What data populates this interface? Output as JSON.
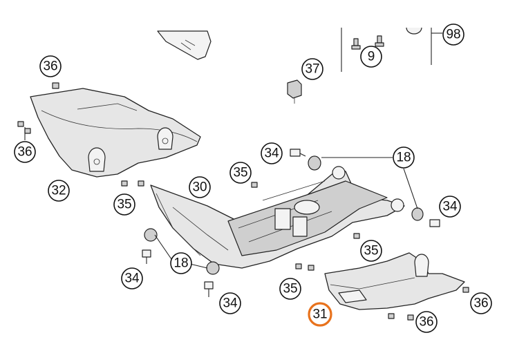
{
  "callouts": [
    {
      "id": "c36a",
      "label": "36"
    },
    {
      "id": "c37",
      "label": "37"
    },
    {
      "id": "c9",
      "label": "9"
    },
    {
      "id": "c98",
      "label": "98"
    },
    {
      "id": "c36b",
      "label": "36"
    },
    {
      "id": "c32",
      "label": "32"
    },
    {
      "id": "c34a",
      "label": "34"
    },
    {
      "id": "c18a",
      "label": "18"
    },
    {
      "id": "c35a",
      "label": "35"
    },
    {
      "id": "c30",
      "label": "30"
    },
    {
      "id": "c35b",
      "label": "35"
    },
    {
      "id": "c34b",
      "label": "34"
    },
    {
      "id": "c18b",
      "label": "18"
    },
    {
      "id": "c34c",
      "label": "34"
    },
    {
      "id": "c35c",
      "label": "35"
    },
    {
      "id": "c35d",
      "label": "35"
    },
    {
      "id": "c34d",
      "label": "34"
    },
    {
      "id": "c31",
      "label": "31"
    },
    {
      "id": "c36c",
      "label": "36"
    },
    {
      "id": "c36d",
      "label": "36"
    }
  ],
  "highlight_color": "#e8721c"
}
